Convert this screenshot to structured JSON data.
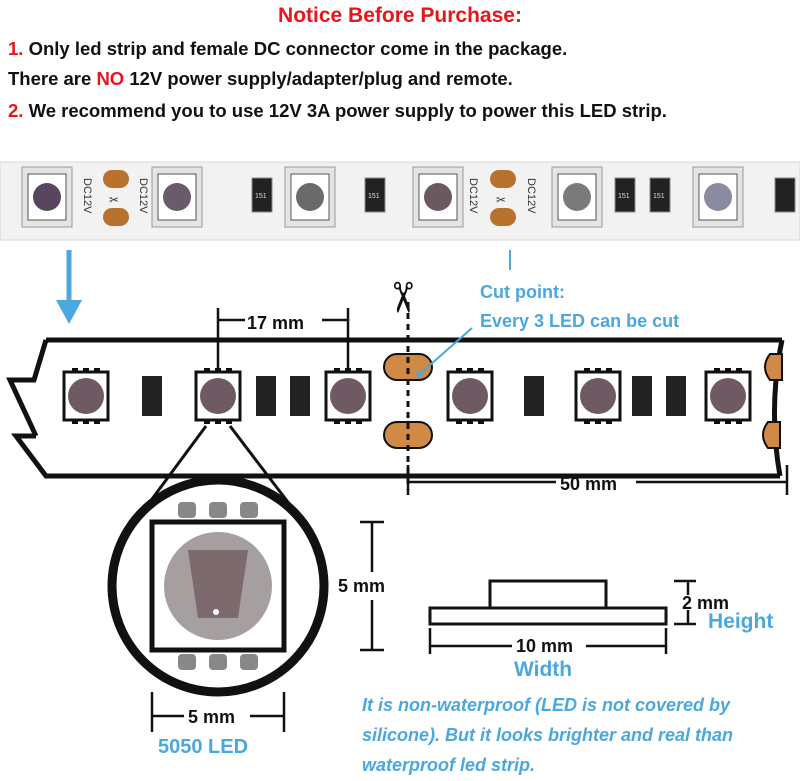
{
  "notice": {
    "title": "Notice Before Purchase:",
    "item1_num": "1.",
    "item1_text": "Only led strip and female DC connector come in the package.",
    "line2_pre": "There are ",
    "line2_no": "NO",
    "line2_post": " 12V power supply/adapter/plug and remote.",
    "item2_num": "2.",
    "item2_text": "We recommend you to use 12V 3A power supply to power this LED strip."
  },
  "photo": {
    "marking": "DC12V",
    "resistor_code": "151"
  },
  "diagram": {
    "spacing_label": "17 mm",
    "cut_title": "Cut point:",
    "cut_detail": "Every 3 LED can be cut",
    "segment_label": "50 mm",
    "led_height_label": "5 mm",
    "led_width_label": "5 mm",
    "led_name": "5050 LED",
    "strip_height_label": "2 mm",
    "height_word": "Height",
    "strip_width_label": "10 mm",
    "width_word": "Width",
    "note": "It is non-waterproof (LED is not covered by silicone). But it looks brighter and real than waterproof led strip."
  },
  "colors": {
    "accent_red": "#e8151b",
    "accent_blue": "#4aa8df",
    "copper_pad": "#c77a3a"
  }
}
